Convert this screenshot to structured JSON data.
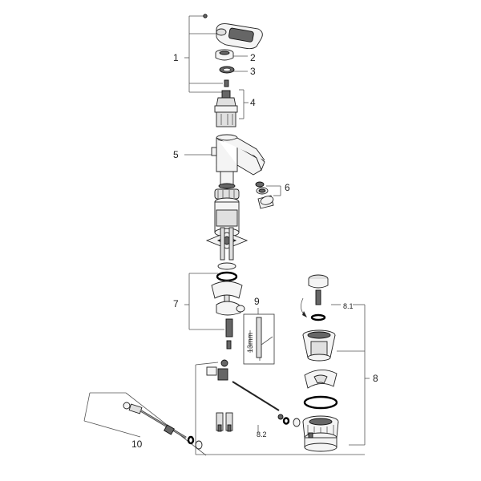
{
  "callouts": {
    "c1": "1",
    "c2": "2",
    "c3": "3",
    "c4": "4",
    "c5": "5",
    "c6": "6",
    "c7": "7",
    "c8": "8",
    "c8_1": "8.1",
    "c8_2": "8.2",
    "c9": "9",
    "c10": "10"
  },
  "dimension": "13mm"
}
